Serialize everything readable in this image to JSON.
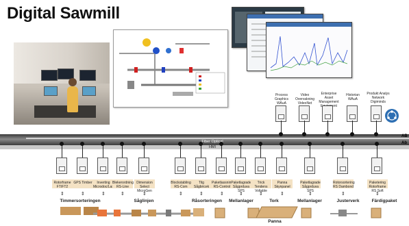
{
  "title": "Digital Sawmill",
  "bus": {
    "fiber": "Fiber Optical",
    "hmi": "HMI"
  },
  "edge_labels": [
    "AB",
    "Ab"
  ],
  "top_systems": [
    "Process\nGraphics\nWAuA",
    "Video\nOvervakning\nVideoNet",
    "Enterprise\nAsset\nManagement\nEquipment",
    "Historian\nWAuA",
    "Produkt Analys\nNetwork\nDigiminds"
  ],
  "machines": [
    "Rotorframe\nFT/FT2",
    "GPS Timber",
    "Inverting\nMicrodoc/Lasko",
    "Blekerordning\nRS-Line",
    "Dimension\nSelect\nMicroGen",
    "Blockstabling\nRS-Com",
    "Tilg\nSågbricek",
    "Paketlassning\nRS-Control",
    "Paketlagrade\nSågprduva\nSPS",
    "Trick\nTendens\nVoltable",
    "Panna\nSkynpanel",
    "Paketlagrade\nSågprduva\nSPS",
    "Rotorsortering\nRS Dambond",
    "Paketering\nRotorframe\nRS Soft"
  ],
  "sections": [
    "Timmersorteringen",
    "Såglinjen",
    "Råsorteringen",
    "Mellanlager",
    "Tork",
    "Mellanlager",
    "Justerverk",
    "Färdigpaket"
  ],
  "bottom_label": "Panna",
  "colors": {
    "bus": "#555555",
    "tag": "#f4e2c4",
    "wood": "#d9b07a",
    "orange": "#e8743a"
  }
}
